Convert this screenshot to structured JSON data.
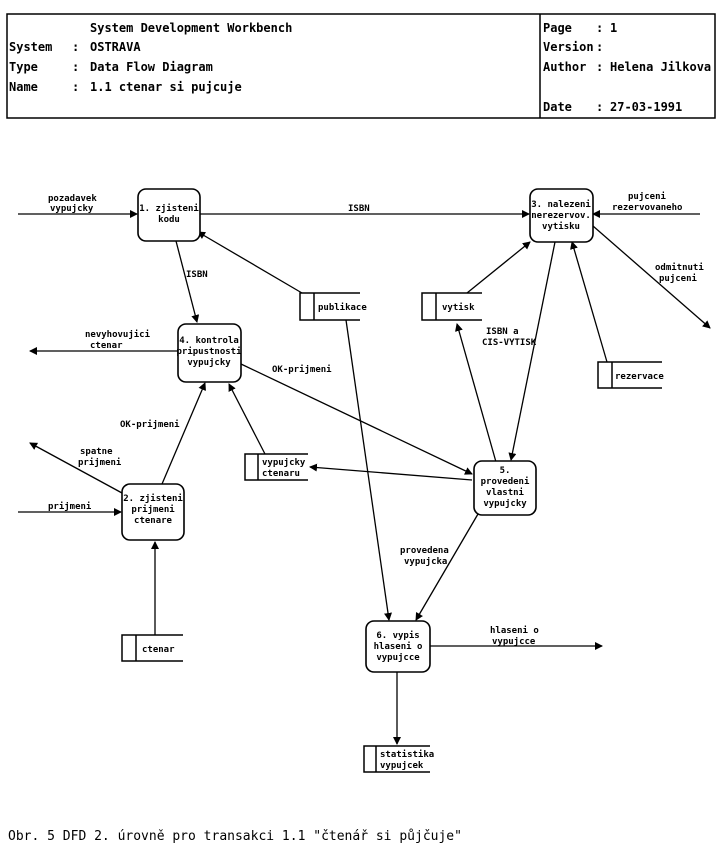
{
  "header": {
    "title": "System Development Workbench",
    "system_label": "System",
    "system_value": "OSTRAVA",
    "type_label": "Type",
    "type_value": "Data Flow Diagram",
    "name_label": "Name",
    "name_value": "1.1  ctenar si pujcuje",
    "page_label": "Page",
    "page_value": "1",
    "version_label": "Version",
    "version_value": "",
    "author_label": "Author",
    "author_value": "Helena Jilkova",
    "date_label": "Date",
    "date_value": "27-03-1991",
    "separator": ":"
  },
  "processes": {
    "p1": [
      "1. zjisteni",
      "kodu"
    ],
    "p2": [
      "2. zjisteni",
      "prijmeni",
      "ctenare"
    ],
    "p3": [
      "3. nalezeni",
      "nerezervov.",
      "vytisku"
    ],
    "p4": [
      "4. kontrola",
      "pripustnosti",
      "vypujcky"
    ],
    "p5": [
      "5.",
      "provedeni",
      "vlastni",
      "vypujcky"
    ],
    "p6": [
      "6. vypis",
      "hlaseni o",
      "vypujcce"
    ]
  },
  "stores": {
    "publikace": "publikace",
    "vytisk": "vytisk",
    "rezervace": "rezervace",
    "vypujcky": [
      "vypujcky",
      "ctenaru"
    ],
    "ctenar": "ctenar",
    "statistika": [
      "statistika",
      "vypujcek"
    ]
  },
  "flows": {
    "pozadavek": [
      "pozadavek",
      "vypujcky"
    ],
    "isbn_top": "ISBN",
    "pujceni": [
      "pujceni",
      "rezervovaneho"
    ],
    "odmitnuti": [
      "odmitnuti",
      "pujceni"
    ],
    "isbn_left": "ISBN",
    "nevyhovujici": [
      "nevyhovujici",
      "ctenar"
    ],
    "ok_prijmeni_right": "OK-prijmeni",
    "isbn_cis": [
      "ISBN a",
      "CIS-VYTISK"
    ],
    "ok_prijmeni_left": "OK-prijmeni",
    "spatne": [
      "spatne",
      "prijmeni"
    ],
    "prijmeni": "prijmeni",
    "provedena": [
      "provedena",
      "vypujcka"
    ],
    "hlaseni": [
      "hlaseni o",
      "vypujcce"
    ]
  },
  "caption": "Obr. 5  DFD 2. úrovně pro transakci 1.1 \"čtenář si půjčuje\""
}
